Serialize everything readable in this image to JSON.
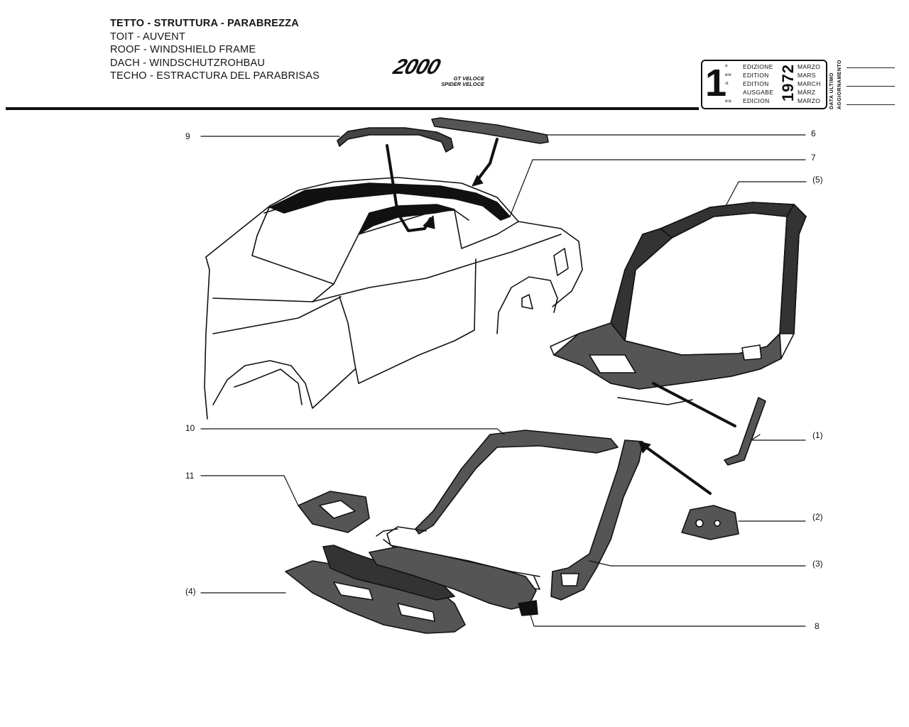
{
  "titles": [
    "TETTO - STRUTTURA - PARABREZZA",
    "TOIT - AUVENT",
    "ROOF - WINDSHIELD FRAME",
    "DACH - WINDSCHUTZROHBAU",
    "TECHO - ESTRACTURA DEL PARABRISAS"
  ],
  "logo": {
    "mark": "2000",
    "line1": "GT VELOCE",
    "line2": "SPIDER VELOCE"
  },
  "edition": {
    "number": "1",
    "superscripts": [
      "a",
      "ere",
      "st",
      ".",
      "era"
    ],
    "labels": [
      "EDIZIONE",
      "EDITION",
      "EDITION",
      "AUSGABE",
      "EDICION"
    ],
    "year": "1972",
    "months": [
      "MARZO",
      "MARS",
      "MARCH",
      "MÄRZ",
      "MARZO"
    ]
  },
  "update": {
    "line1": "DATA ULTIMO",
    "line2": "AGGIORNAMENTO"
  },
  "callouts": {
    "c9": "9",
    "c6": "6",
    "c7": "7",
    "c5": "(5)",
    "c10": "10",
    "c1": "(1)",
    "c11": "11",
    "c2": "(2)",
    "c3": "(3)",
    "c4": "(4)",
    "c8": "8"
  }
}
